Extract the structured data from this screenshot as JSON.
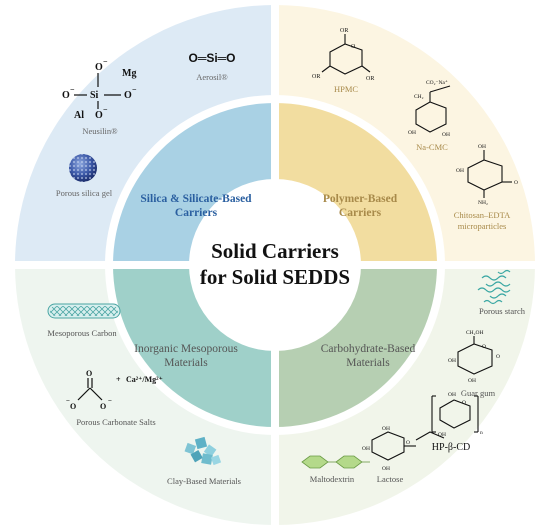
{
  "title": {
    "line1": "Solid Carriers",
    "line2": "for Solid SEDDS"
  },
  "colors": {
    "q1_outer": "#ddeaf5",
    "q1_inner": "#a9d1e4",
    "q2_outer": "#fcf5e2",
    "q2_inner": "#f2dda0",
    "q3_outer": "#eef5ef",
    "q3_inner": "#9fd0c9",
    "q4_outer": "#f1f5ea",
    "q4_inner": "#b6cfb2",
    "blue_text": "#2a5fa0",
    "gold_text": "#a88a4a",
    "grey_text": "#555555"
  },
  "quadrants": {
    "silica": {
      "label_line1": "Silica & Silicate-Based",
      "label_line2": "Carriers",
      "items": {
        "aerosil": "Aerosil®",
        "neusilin": "Neusilin®",
        "porous_silica": "Porous silica gel"
      }
    },
    "polymer": {
      "label_line1": "Polymer-Based",
      "label_line2": "Carriers",
      "items": {
        "hpmc": "HPMC",
        "nacmc": "Na-CMC",
        "chitosan_line1": "Chitosan–EDTA",
        "chitosan_line2": "microparticles"
      }
    },
    "inorganic": {
      "label_line1": "Inorganic Mesoporous",
      "label_line2": "Materials",
      "items": {
        "carbon": "Mesoporous Carbon",
        "carbonate": "Porous Carbonate Salts",
        "clay": "Clay-Based Materials"
      }
    },
    "carbohydrate": {
      "label_line1": "Carbohydrate-Based",
      "label_line2": "Materials",
      "items": {
        "starch": "Porous starch",
        "guar": "Guar gum",
        "hpbcd": "HP-β-CD",
        "lactose": "Lactose",
        "maltodextrin": "Maltodextrin"
      }
    }
  },
  "chem_labels": {
    "o_si_o": "O═Si═O",
    "o_minus": "O",
    "mg": "Mg",
    "si": "Si",
    "al": "Al",
    "ca_mg": "Ca²⁺/Mg²⁺",
    "plus": "+",
    "ch2oh": "CH₂OH",
    "oh": "OH",
    "o": "O",
    "or": "OR",
    "nh2": "NH₂",
    "co2na": "CO₂⁻Na⁺",
    "ch2": "CH₂",
    "n": "n",
    "minus": "−"
  }
}
